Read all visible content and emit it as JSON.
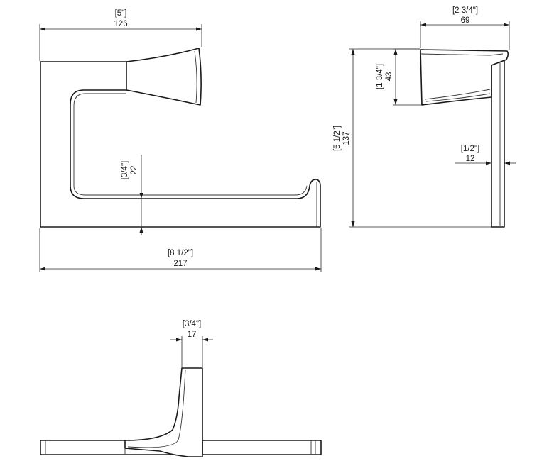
{
  "front_view": {
    "width_inch": "[5\"]",
    "width_mm": "126",
    "total_inch": "[8 1/2\"]",
    "total_mm": "217",
    "height_inch": "[3/4\"]",
    "height_mm": "22"
  },
  "side_view": {
    "depth_inch": "[2 3/4\"]",
    "depth_mm": "69",
    "mount_inch": "[1 3/4\"]",
    "mount_mm": "43",
    "height_inch": "[5 1/2\"]",
    "height_mm": "137",
    "thick_inch": "[1/2\"]",
    "thick_mm": "12"
  },
  "bottom_view": {
    "width_inch": "[3/4\"]",
    "width_mm": "17"
  }
}
